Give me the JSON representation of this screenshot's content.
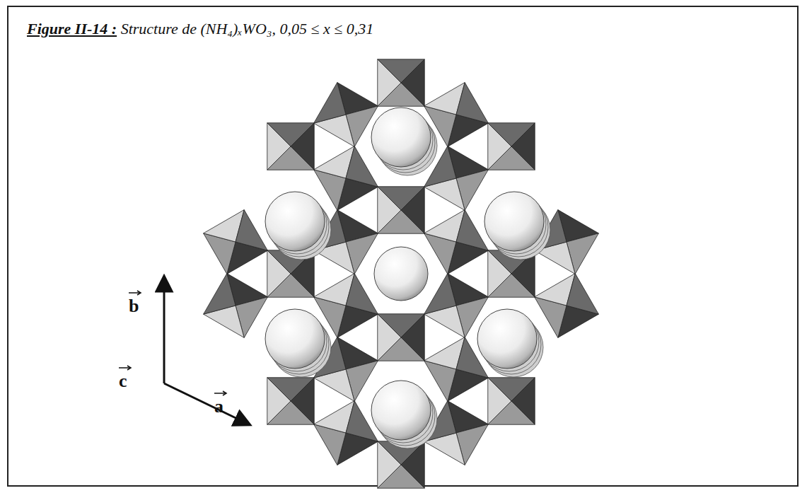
{
  "diagram": {
    "title": "Figure II-14 :",
    "caption": "Structure de (NH₄)ₓWO₃, 0,05 ≤ x ≤ 0,31",
    "labels": [
      "b",
      "c",
      "a"
    ]
  }
}
